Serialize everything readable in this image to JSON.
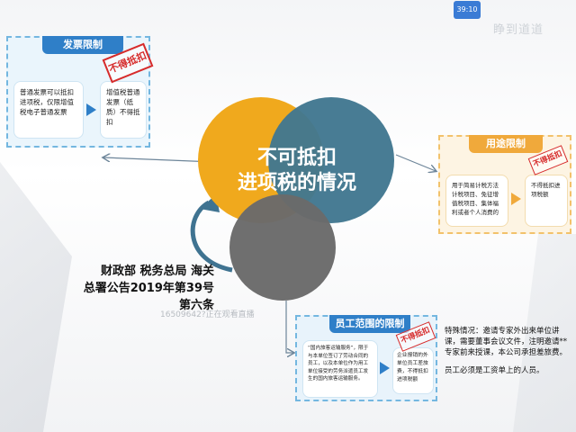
{
  "overlay": {
    "timer": "39:10",
    "watermark_top": "睁到道道",
    "phone_watermark": "16509642?正在观看直播"
  },
  "center": {
    "title_line1": "不可抵扣",
    "title_line2": "进项税的情况",
    "source_line1": "财政部  税务总局  海关",
    "source_line2": "总署公告2019年第39号",
    "source_line3": "第六条"
  },
  "invoice_panel": {
    "header": "发票限制",
    "left_text": "普通发票可以抵扣进项税，仅限增值税电子普通发票",
    "right_text": "增值税普通发票（纸质）不得抵扣",
    "stamp": "不得抵扣"
  },
  "use_panel": {
    "header": "用途限制",
    "left_text": "用于简易计税方法计税项目、免征增值税项目、集体福利或者个人消费的",
    "right_text": "不得抵扣进项税额",
    "stamp": "不得抵扣"
  },
  "staff_panel": {
    "header": "员工范围的限制",
    "left_text": "“国内旅客运输服务”，限于与本单位签订了劳动合同的员工，以及本单位作为用工单位接受的劳务派遣员工发生的国内旅客运输服务。",
    "right_text": "企业报销的外单位员工差旅费，不得抵扣进项税额",
    "stamp": "不得抵扣"
  },
  "notes": {
    "note1": "特殊情况：邀请专家外出来单位讲课，需要董事会议文件，注明邀请**专家前来授课，本公司承担差旅费。",
    "note2": "员工必须是工资单上的人员。"
  },
  "colors": {
    "yellow_circle": "#f0a91d",
    "teal_circle": "#417790",
    "gray_circle": "#6a6a6a",
    "blue_accent": "#2f7fc8",
    "orange_accent": "#f0a93b",
    "stamp_red": "#d62b2b"
  }
}
